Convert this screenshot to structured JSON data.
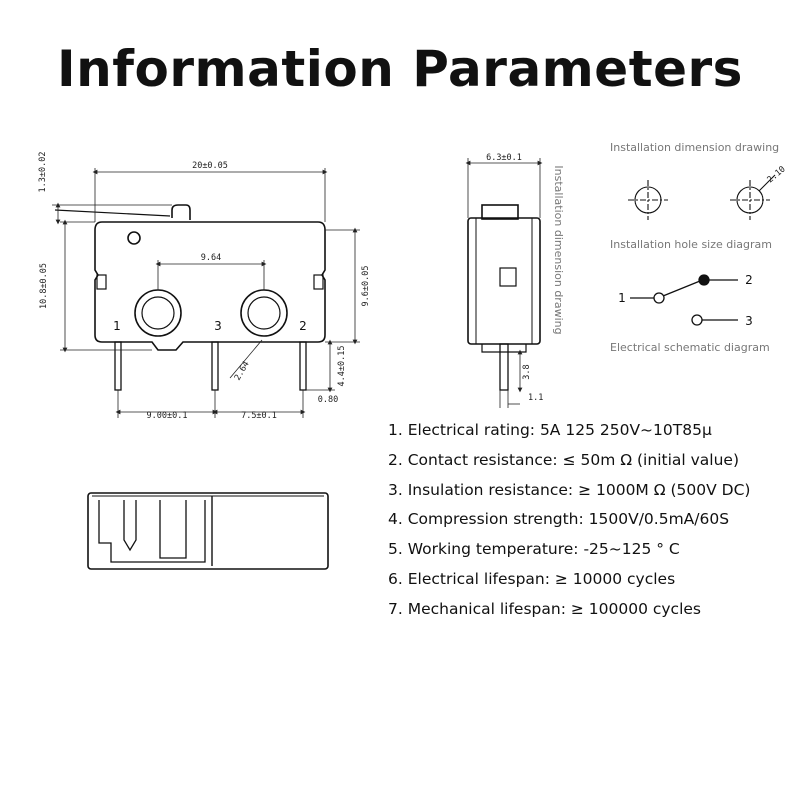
{
  "title": "Information Parameters",
  "front_view": {
    "dim_width": "20±0.05",
    "dim_hole_spacing": "9.64",
    "dim_height_left": "10.8±0.05",
    "dim_height_right": "9.6±0.05",
    "dim_top": "1.3±0.02",
    "dim_pin_dia": "2.64",
    "dim_pin_length": "4.4±0.15",
    "dim_pin_offset": "0.80",
    "dim_pin_spacing_1": "9.00±0.1",
    "dim_pin_spacing_2": "7.5±0.1",
    "pin_1": "1",
    "pin_3": "3",
    "pin_2": "2"
  },
  "side_view": {
    "dim_width": "6.3±0.1",
    "dim_pin_len": "3.8",
    "dim_pin_w": "1.1",
    "caption": "Installation dimension drawing"
  },
  "right_panel": {
    "install_caption": "Installation dimension drawing",
    "hole_dim": "2.10",
    "hole_caption": "Installation hole size diagram",
    "node_1": "1",
    "node_2": "2",
    "node_3": "3",
    "schematic_caption": "Electrical schematic diagram"
  },
  "parameters": [
    "1. Electrical rating: 5A 125 250V~10T85µ",
    "2. Contact resistance: ≤ 50m Ω (initial value)",
    "3. Insulation resistance: ≥ 1000M Ω (500V DC)",
    "4. Compression strength: 1500V/0.5mA/60S",
    "5. Working temperature: -25~125 ° C",
    "6. Electrical lifespan: ≥ 10000 cycles",
    "7. Mechanical lifespan: ≥ 100000 cycles"
  ]
}
